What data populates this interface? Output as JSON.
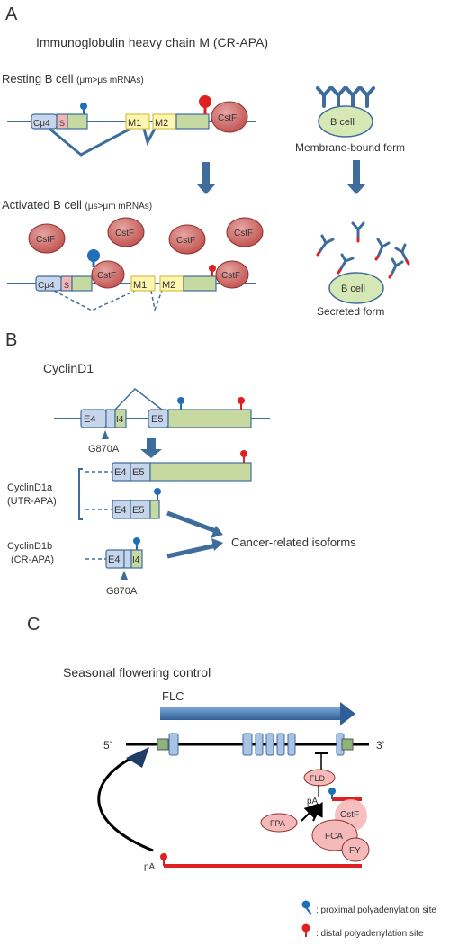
{
  "panel_a": {
    "letter": "A",
    "title": "Immunoglobulin heavy chain M (CR-APA)",
    "resting_main": "Resting B cell",
    "resting_sub": "(μm>μs mRNAs)",
    "activated_main": "Activated B cell",
    "activated_sub": "(μs>μm mRNAs)",
    "exon_cmu4": "Cμ4",
    "exon_s": "S",
    "exon_m1": "M1",
    "exon_m2": "M2",
    "cstf": "CstF",
    "b_cell": "B cell",
    "membrane_label": "Membrane-bound form",
    "secreted_label": "Secreted form"
  },
  "panel_b": {
    "letter": "B",
    "title": "CyclinD1",
    "exon_e4": "E4",
    "exon_i4": "I4",
    "exon_e5": "E5",
    "mutation": "G870A",
    "isoform_a_line1": "CyclinD1a",
    "isoform_a_line2": "(UTR-APA)",
    "isoform_b_line1": "CyclinD1b",
    "isoform_b_line2": "(CR-APA)",
    "cancer_label": "Cancer-related isoforms"
  },
  "panel_c": {
    "letter": "C",
    "title": "Seasonal flowering control",
    "gene": "FLC",
    "five_prime": "5’",
    "three_prime": "3’",
    "fld": "FLD",
    "fpa": "FPA",
    "fca": "FCA",
    "fy": "FY",
    "cstf": "CstF",
    "pa": "pA"
  },
  "legend": {
    "proximal": ": proximal polyadenylation site",
    "distal": ": distal polyadenylation site"
  },
  "colors": {
    "line_blue": "#3e6d9c",
    "exon_blue": "#c6d5ea",
    "utr_green": "#c6d9a0",
    "yellow": "#fff6b0",
    "cstf_red": "#c0504d",
    "proximal_blue": "#1f6fb8",
    "distal_red": "#e02020",
    "bcell_green": "#d7e8b7"
  }
}
